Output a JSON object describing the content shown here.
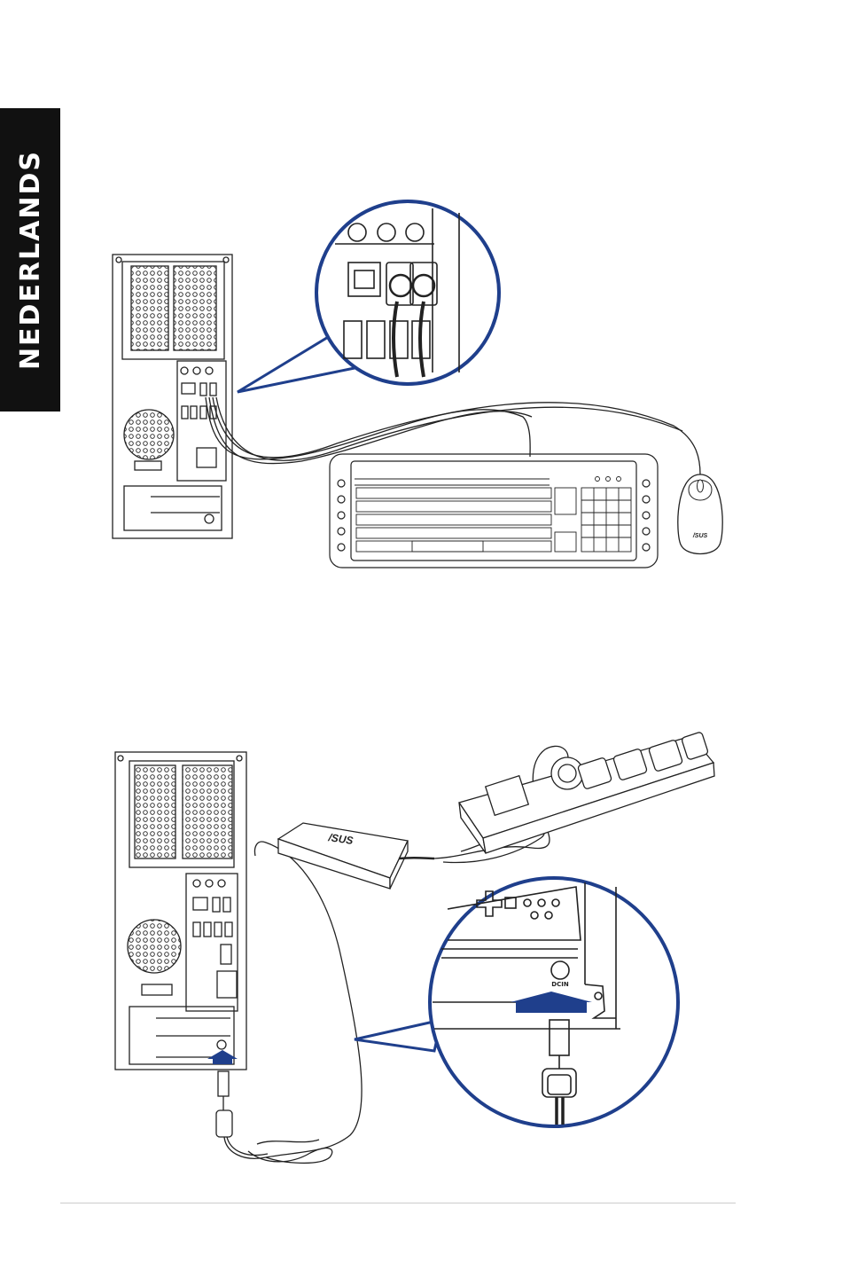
{
  "sidebar": {
    "language": "NEDERLANDS"
  },
  "figure1": {
    "mouse_brand": "/SUS"
  },
  "figure2": {
    "adapter_brand": "/SUS",
    "port_label": "DCIN"
  },
  "colors": {
    "callout_ring": "#1f3f8c",
    "arrow": "#1f3f8c",
    "sidebar_bg": "#111111"
  }
}
